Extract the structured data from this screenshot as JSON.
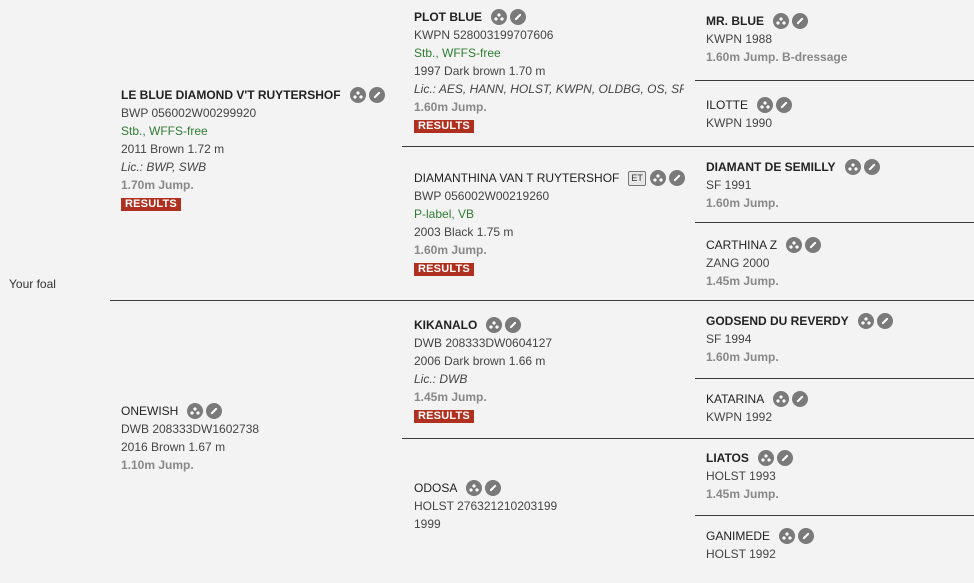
{
  "foal_label": "Your foal",
  "sire": {
    "name": "LE BLUE DIAMOND V'T RUYTERSHOF",
    "reg": "BWP 056002W00299920",
    "status": "Stb., WFFS-free",
    "info": "2011 Brown 1.72 m",
    "lic": "Lic.: BWP, SWB",
    "jump": "1.70m Jump.",
    "results": "RESULTS"
  },
  "dam": {
    "name": "ONEWISH",
    "reg": "DWB 208333DW1602738",
    "info": "2016 Brown 1.67 m",
    "jump": "1.10m Jump."
  },
  "ss": {
    "name": "PLOT BLUE",
    "reg": "KWPN 528003199707606",
    "status": "Stb., WFFS-free",
    "info": "1997 Dark brown 1.70 m",
    "lic": "Lic.: AES, HANN, HOLST, KWPN, OLDBG, OS, SF, S...",
    "jump": "1.60m Jump.",
    "results": "RESULTS"
  },
  "sd": {
    "name": "DIAMANTHINA VAN T RUYTERSHOF",
    "et": "ET",
    "reg": "BWP 056002W00219260",
    "status": "P-label, VB",
    "info": "2003 Black 1.75 m",
    "jump": "1.60m Jump.",
    "results": "RESULTS"
  },
  "ds": {
    "name": "KIKANALO",
    "reg": "DWB 208333DW0604127",
    "info": "2006 Dark brown 1.66 m",
    "lic": "Lic.: DWB",
    "jump": "1.45m Jump.",
    "results": "RESULTS"
  },
  "dd": {
    "name": "ODOSA",
    "reg": "HOLST 276321210203199",
    "info": "1999"
  },
  "sss": {
    "name": "MR. BLUE",
    "reg": "KWPN 1988",
    "jump": "1.60m Jump. B-dressage"
  },
  "ssd": {
    "name": "ILOTTE",
    "reg": "KWPN 1990"
  },
  "sds": {
    "name": "DIAMANT DE SEMILLY",
    "reg": "SF 1991",
    "jump": "1.60m Jump."
  },
  "sdd": {
    "name": "CARTHINA Z",
    "reg": "ZANG 2000",
    "jump": "1.45m Jump."
  },
  "dss": {
    "name": "GODSEND DU REVERDY",
    "reg": "SF 1994",
    "jump": "1.60m Jump."
  },
  "dsd": {
    "name": "KATARINA",
    "reg": "KWPN 1992"
  },
  "dds": {
    "name": "LIATOS",
    "reg": "HOLST 1993",
    "jump": "1.45m Jump."
  },
  "ddd": {
    "name": "GANIMEDE",
    "reg": "HOLST 1992"
  },
  "icons": {
    "pedigree": "pedigree-tree-icon",
    "edit": "pencil-edit-icon"
  }
}
